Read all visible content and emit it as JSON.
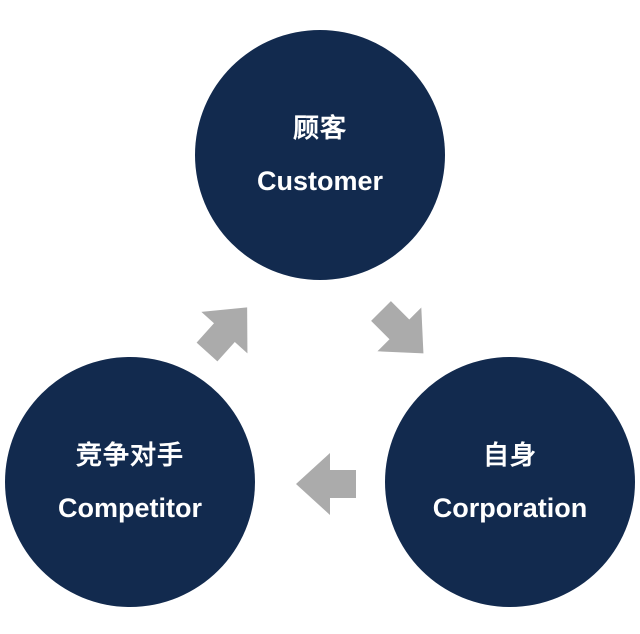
{
  "colors": {
    "circle_fill": "#122a4e",
    "arrow_fill": "#ababab",
    "text": "#ffffff",
    "background": "#ffffff"
  },
  "nodes": {
    "customer": {
      "label_cn": "顾客",
      "label_en": "Customer"
    },
    "competitor": {
      "label_cn": "竞争对手",
      "label_en": "Competitor"
    },
    "corporation": {
      "label_cn": "自身",
      "label_en": "Corporation"
    }
  },
  "arrows": [
    {
      "from": "customer",
      "to": "corporation",
      "icon": "arrow-icon"
    },
    {
      "from": "corporation",
      "to": "competitor",
      "icon": "arrow-icon"
    },
    {
      "from": "competitor",
      "to": "customer",
      "icon": "arrow-icon"
    }
  ]
}
